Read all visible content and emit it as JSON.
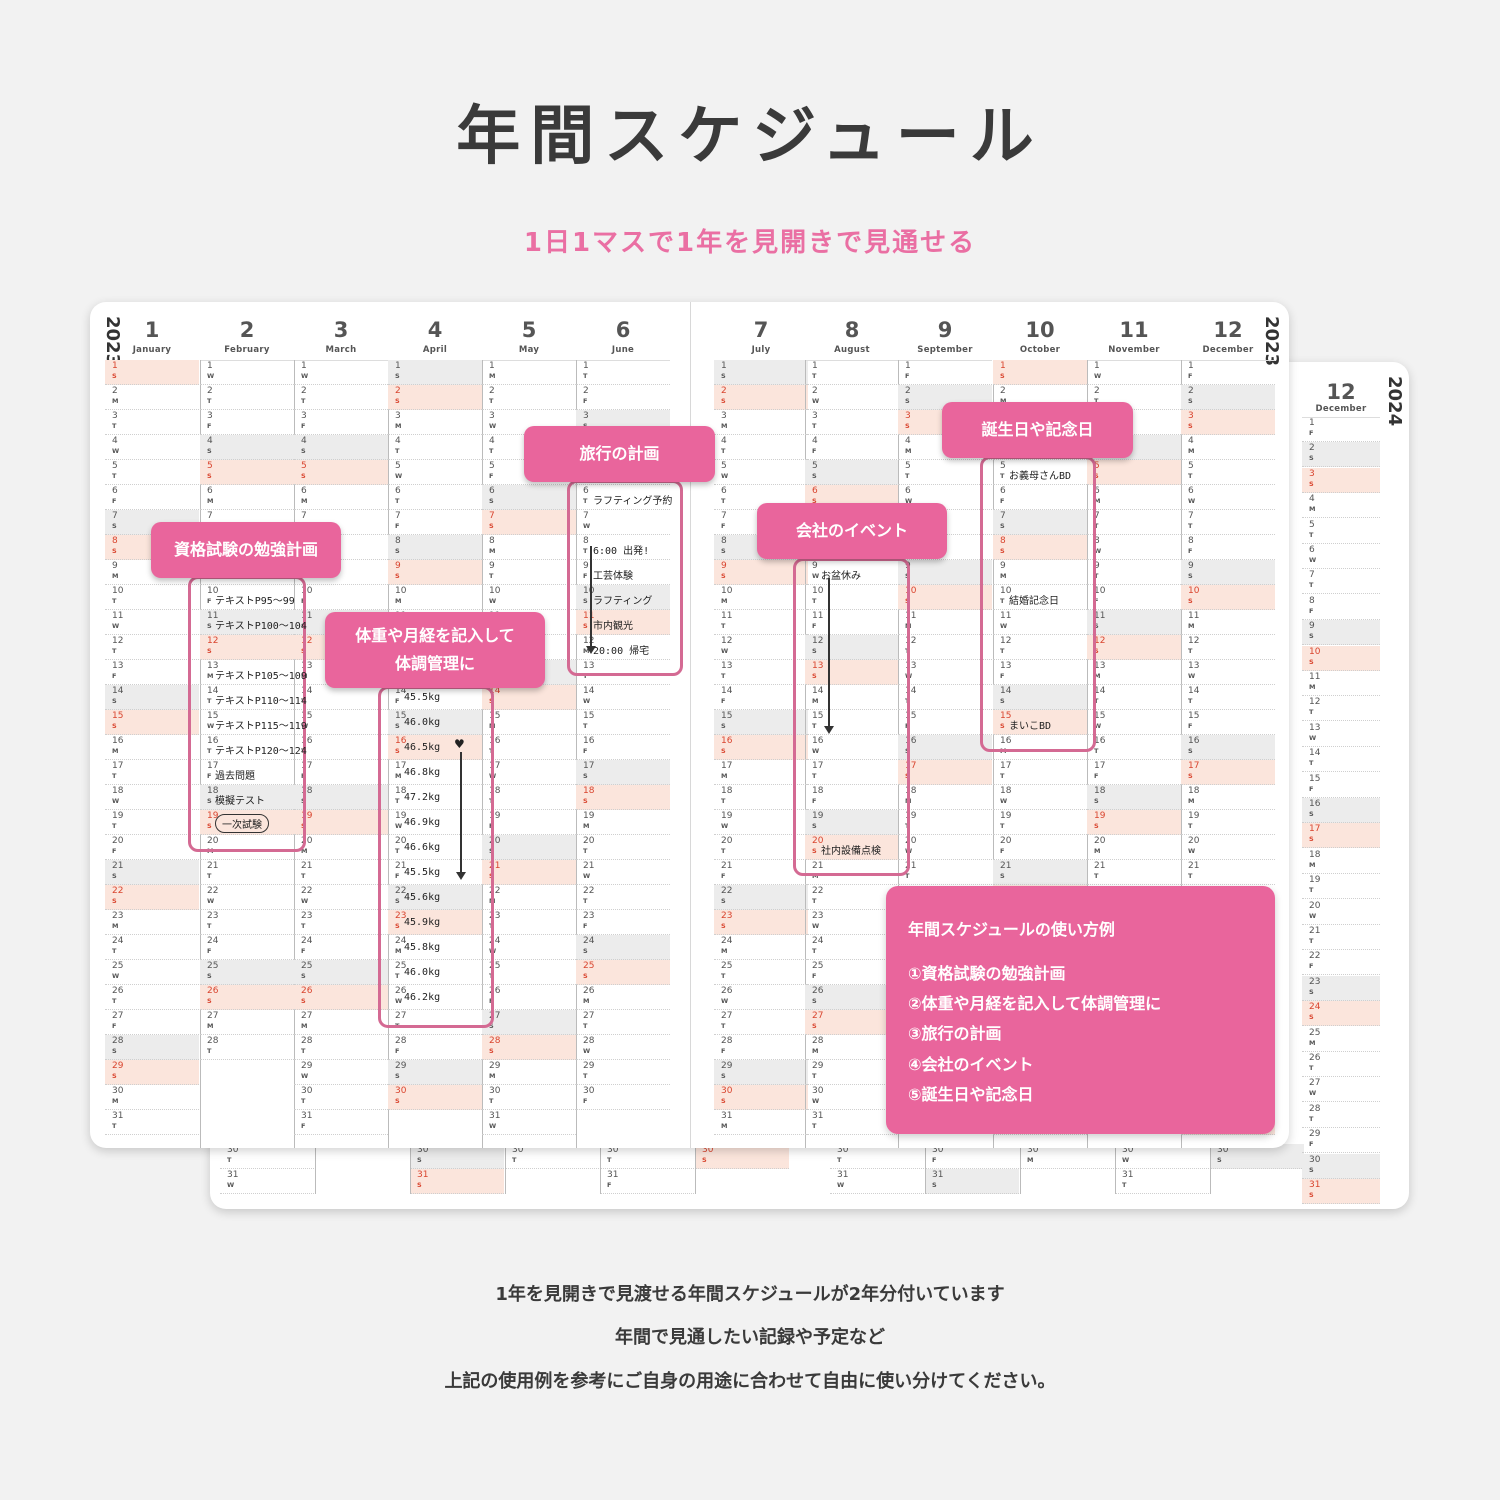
{
  "title": "年間スケジュール",
  "subtitle": "1日1マスで1年を見開きで見通せる",
  "years": {
    "front": "2023",
    "back": "2024"
  },
  "months": [
    {
      "num": "1",
      "name": "January"
    },
    {
      "num": "2",
      "name": "February"
    },
    {
      "num": "3",
      "name": "March"
    },
    {
      "num": "4",
      "name": "April"
    },
    {
      "num": "5",
      "name": "May"
    },
    {
      "num": "6",
      "name": "June"
    },
    {
      "num": "7",
      "name": "July"
    },
    {
      "num": "8",
      "name": "August"
    },
    {
      "num": "9",
      "name": "September"
    },
    {
      "num": "10",
      "name": "October"
    },
    {
      "num": "11",
      "name": "November"
    },
    {
      "num": "12",
      "name": "December"
    }
  ],
  "weekday_letters": [
    "S",
    "M",
    "T",
    "W",
    "T",
    "F",
    "S"
  ],
  "back_month": {
    "num": "12",
    "name": "December"
  },
  "labels": {
    "study": "資格試験の勉強計画",
    "weight": "体重や月経を記入して\n体調管理に",
    "travel": "旅行の計画",
    "company": "会社のイベント",
    "birthday": "誕生日や記念日"
  },
  "notes": {
    "study": [
      {
        "day": 10,
        "text": "テキストP95〜99"
      },
      {
        "day": 11,
        "text": "テキストP100〜104"
      },
      {
        "day": 13,
        "text": "テキストP105〜109"
      },
      {
        "day": 14,
        "text": "テキストP110〜114"
      },
      {
        "day": 15,
        "text": "テキストP115〜119"
      },
      {
        "day": 16,
        "text": "テキストP120〜124"
      },
      {
        "day": 17,
        "text": "過去問題"
      },
      {
        "day": 18,
        "text": "模擬テスト"
      },
      {
        "day": 19,
        "text": "一次試験"
      }
    ],
    "weight": [
      {
        "day": 14,
        "text": "45.5kg"
      },
      {
        "day": 15,
        "text": "46.0kg"
      },
      {
        "day": 16,
        "text": "46.5kg"
      },
      {
        "day": 17,
        "text": "46.8kg"
      },
      {
        "day": 18,
        "text": "47.2kg"
      },
      {
        "day": 19,
        "text": "46.9kg"
      },
      {
        "day": 20,
        "text": "46.6kg"
      },
      {
        "day": 21,
        "text": "45.5kg"
      },
      {
        "day": 22,
        "text": "45.6kg"
      },
      {
        "day": 23,
        "text": "45.9kg"
      },
      {
        "day": 24,
        "text": "45.8kg"
      },
      {
        "day": 25,
        "text": "46.0kg"
      },
      {
        "day": 26,
        "text": "46.2kg"
      }
    ],
    "travel": [
      {
        "day": 6,
        "text": "ラフティング予約"
      },
      {
        "day": 8,
        "text": "6:00 出発!"
      },
      {
        "day": 9,
        "text": "工芸体験"
      },
      {
        "day": 10,
        "text": "ラフティング"
      },
      {
        "day": 11,
        "text": "市内観光"
      },
      {
        "day": 12,
        "text": "20:00 帰宅"
      }
    ],
    "company": [
      {
        "day": 9,
        "text": "お盆休み"
      },
      {
        "day": 20,
        "text": "社内設備点検"
      }
    ],
    "birthday": [
      {
        "day": 5,
        "text": "お義母さんBD"
      },
      {
        "day": 10,
        "text": "結婚記念日"
      },
      {
        "day": 15,
        "text": "まいこBD"
      }
    ]
  },
  "info": {
    "title": "年間スケジュールの使い方例",
    "items": [
      "①資格試験の勉強計画",
      "②体重や月経を記入して体調管理に",
      "③旅行の計画",
      "④会社のイベント",
      "⑤誕生日や記念日"
    ]
  },
  "description": [
    "1年を見開きで見渡せる年間スケジュールが2年分付いています",
    "年間で見通したい記録や予定など",
    "上記の使用例を参考にご自身の用途に合わせて自由に使い分けてください。"
  ],
  "colors": {
    "accent": "#e9659c",
    "frame": "#d46a93",
    "sunday": "#d9452f",
    "sunday_bg": "#fbe5dc",
    "saturday_bg": "#ececec"
  }
}
